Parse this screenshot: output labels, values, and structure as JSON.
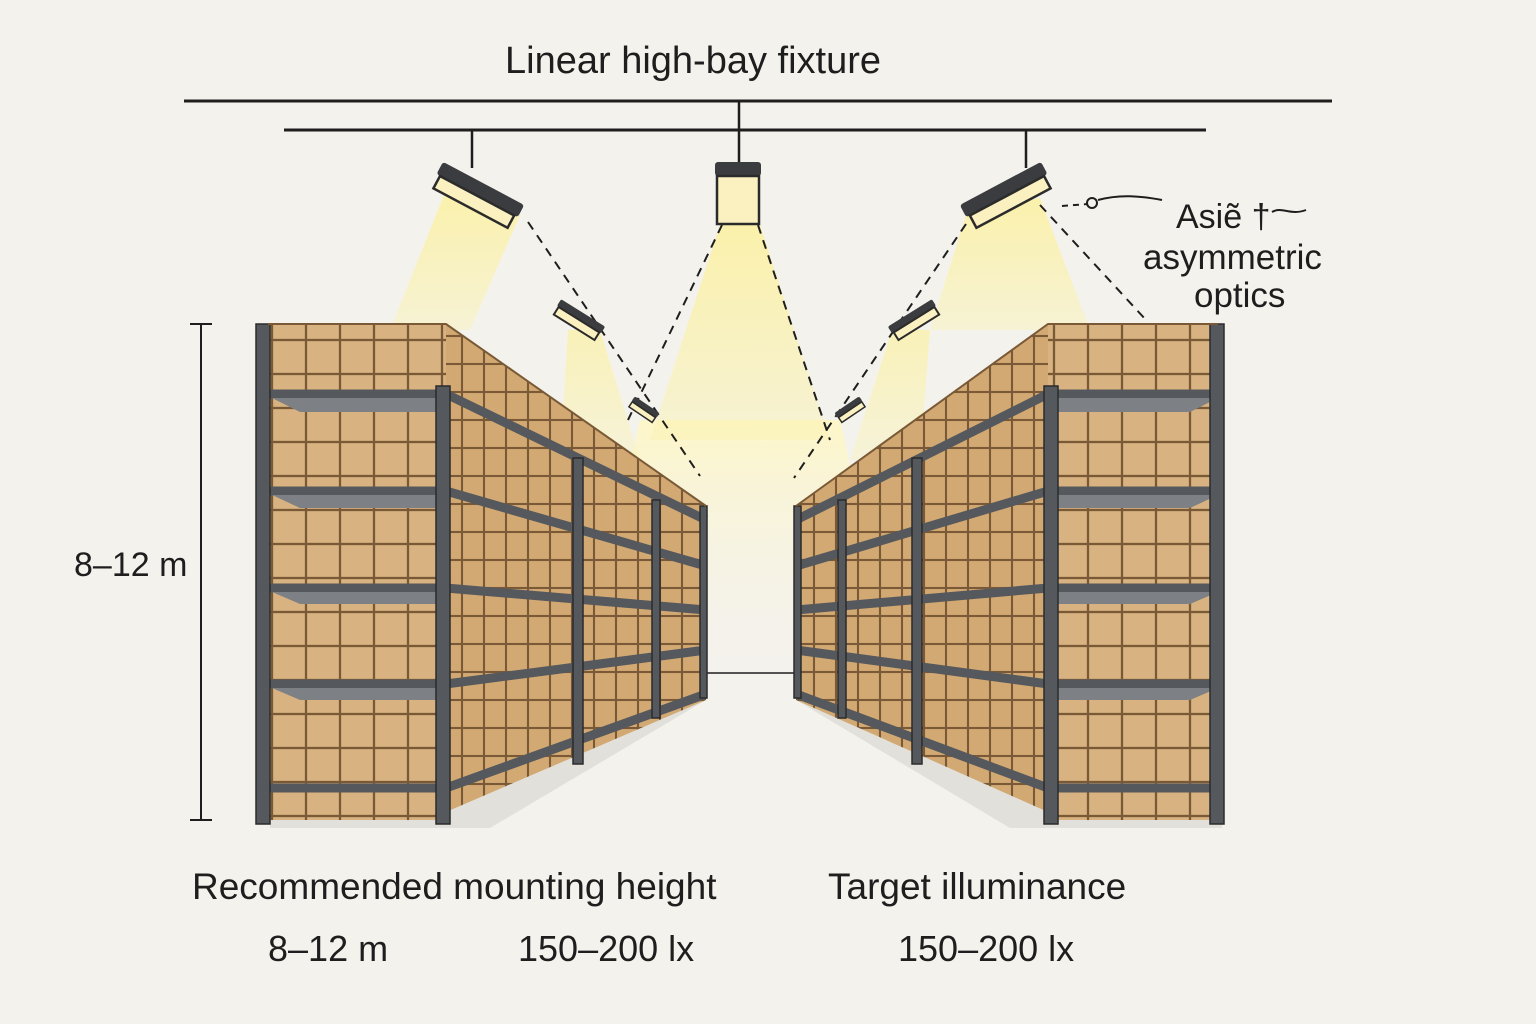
{
  "diagram": {
    "title": "Linear high-bay fixture",
    "callout": {
      "line1": "Asiẽ †",
      "line2": "asymmetric",
      "line3": "optics"
    },
    "height_dimension": "8–12 m",
    "mounting": {
      "heading": "Recommended mounting height",
      "value": "8–12 m",
      "illuminance": "150–200 lx"
    },
    "target": {
      "heading": "Target illuminance",
      "value": "150–200 lx"
    }
  },
  "colors": {
    "background": "#f4f2ec",
    "light_beam": "#fbf1a8",
    "rack_steel": "#55585c",
    "box": "#d9b281",
    "box_edge": "#7a5a36",
    "line": "#1e1e1e"
  },
  "icons": [
    "linear-high-bay-fixture-icon",
    "storage-rack-icon",
    "cardboard-box-icon"
  ]
}
